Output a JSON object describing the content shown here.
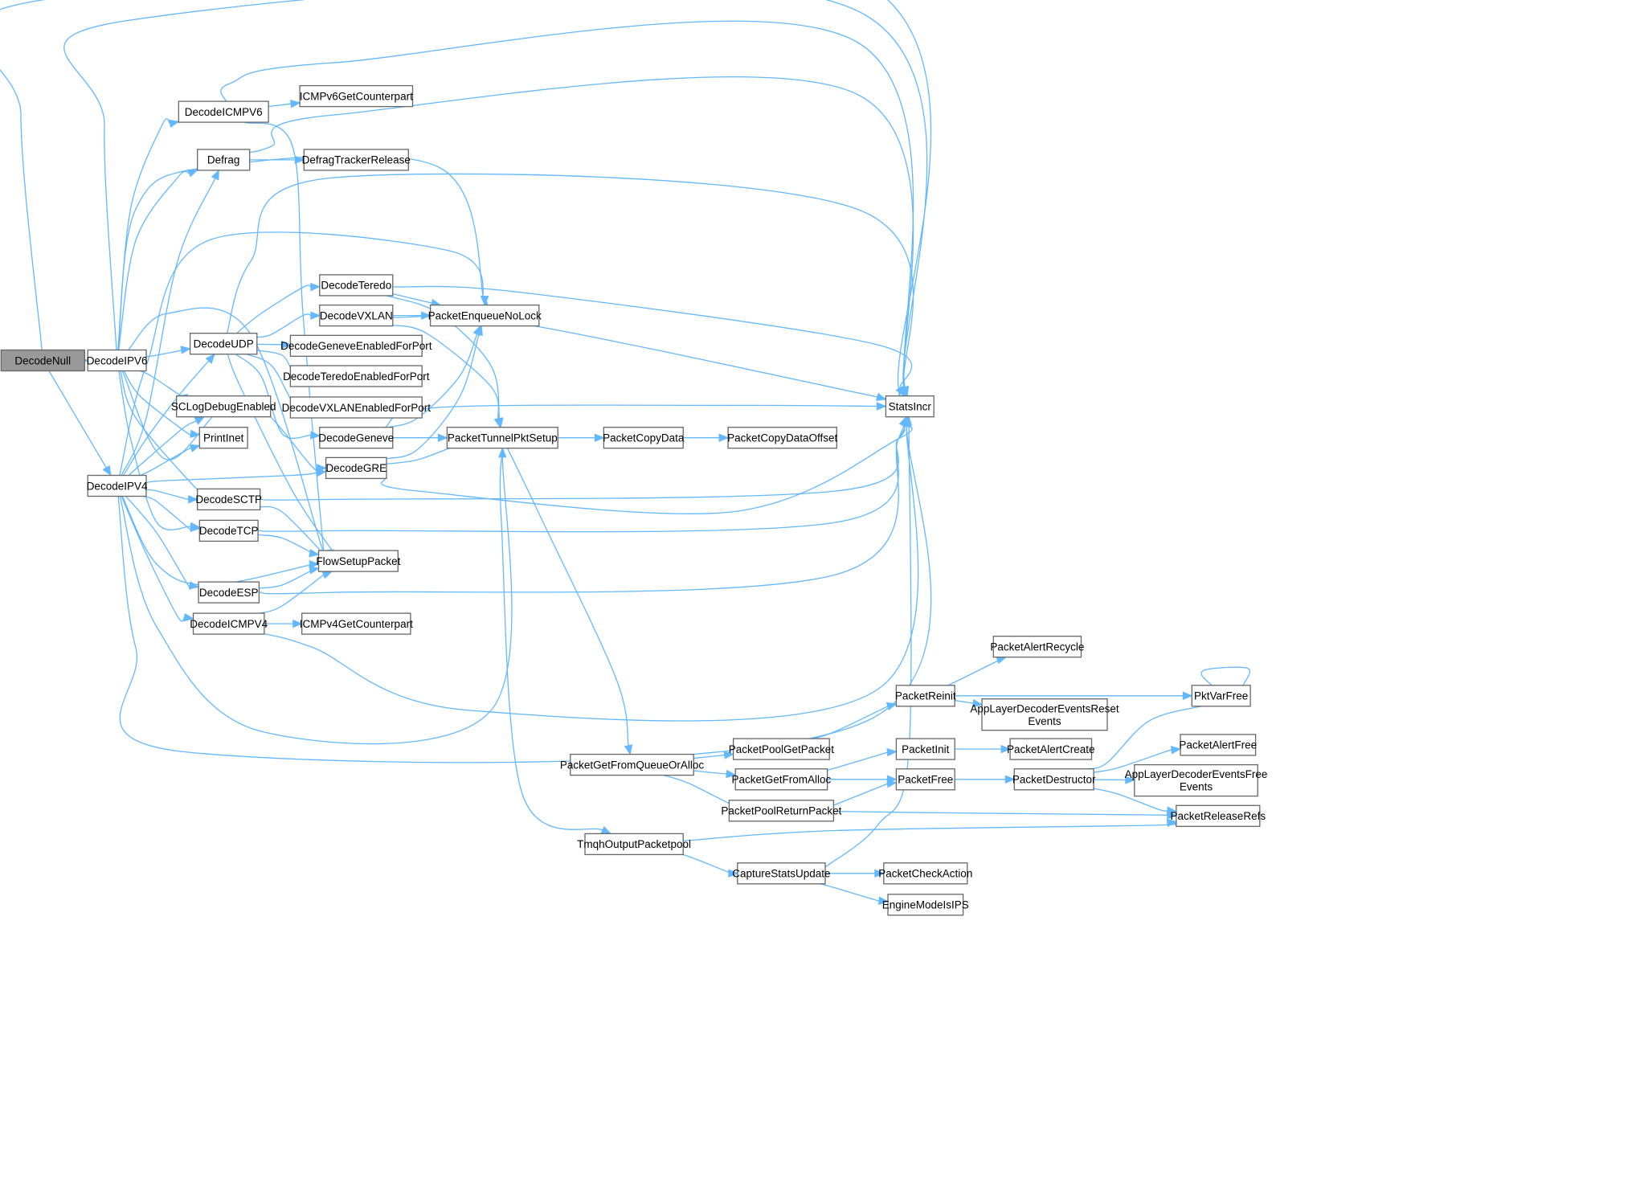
{
  "colors": {
    "edge": "#63b8ff",
    "node_border": "#666666",
    "root_fill": "#999999",
    "node_fill": "#ffffff"
  },
  "nodes": {
    "DecodeNull": "DecodeNull",
    "DecodeIPV6": "DecodeIPV6",
    "DecodeIPV4": "DecodeIPV4",
    "DecodeICMPV6": "DecodeICMPV6",
    "ICMPv6GetCounterpart": "ICMPv6GetCounterpart",
    "Defrag": "Defrag",
    "DefragTrackerRelease": "DefragTrackerRelease",
    "DecodeTeredo": "DecodeTeredo",
    "DecodeVXLAN": "DecodeVXLAN",
    "PacketEnqueueNoLock": "PacketEnqueueNoLock",
    "DecodeUDP": "DecodeUDP",
    "DecodeGeneveEnabledForPort": "DecodeGeneveEnabledForPort",
    "DecodeTeredoEnabledForPort": "DecodeTeredoEnabledForPort",
    "DecodeVXLANEnabledForPort": "DecodeVXLANEnabledForPort",
    "SCLogDebugEnabled": "SCLogDebugEnabled",
    "StatsIncr": "StatsIncr",
    "PrintInet": "PrintInet",
    "DecodeGeneve": "DecodeGeneve",
    "PacketTunnelPktSetup": "PacketTunnelPktSetup",
    "PacketCopyData": "PacketCopyData",
    "PacketCopyDataOffset": "PacketCopyDataOffset",
    "DecodeGRE": "DecodeGRE",
    "DecodeSCTP": "DecodeSCTP",
    "DecodeTCP": "DecodeTCP",
    "FlowSetupPacket": "FlowSetupPacket",
    "DecodeESP": "DecodeESP",
    "DecodeICMPV4": "DecodeICMPV4",
    "ICMPv4GetCounterpart": "ICMPv4GetCounterpart",
    "PacketAlertRecycle": "PacketAlertRecycle",
    "PacketReinit": "PacketReinit",
    "PktVarFree": "PktVarFree",
    "AppLayerDecoderEventsResetEvents": [
      "AppLayerDecoderEventsReset",
      "Events"
    ],
    "PacketPoolGetPacket": "PacketPoolGetPacket",
    "PacketInit": "PacketInit",
    "PacketAlertCreate": "PacketAlertCreate",
    "PacketAlertFree": "PacketAlertFree",
    "PacketGetFromQueueOrAlloc": "PacketGetFromQueueOrAlloc",
    "PacketGetFromAlloc": "PacketGetFromAlloc",
    "PacketFree": "PacketFree",
    "PacketDestructor": "PacketDestructor",
    "AppLayerDecoderEventsFreeEvents": [
      "AppLayerDecoderEventsFree",
      "Events"
    ],
    "PacketPoolReturnPacket": "PacketPoolReturnPacket",
    "PacketReleaseRefs": "PacketReleaseRefs",
    "TmqhOutputPacketpool": "TmqhOutputPacketpool",
    "CaptureStatsUpdate": "CaptureStatsUpdate",
    "PacketCheckAction": "PacketCheckAction",
    "EngineModeIsIPS": "EngineModeIsIPS"
  }
}
